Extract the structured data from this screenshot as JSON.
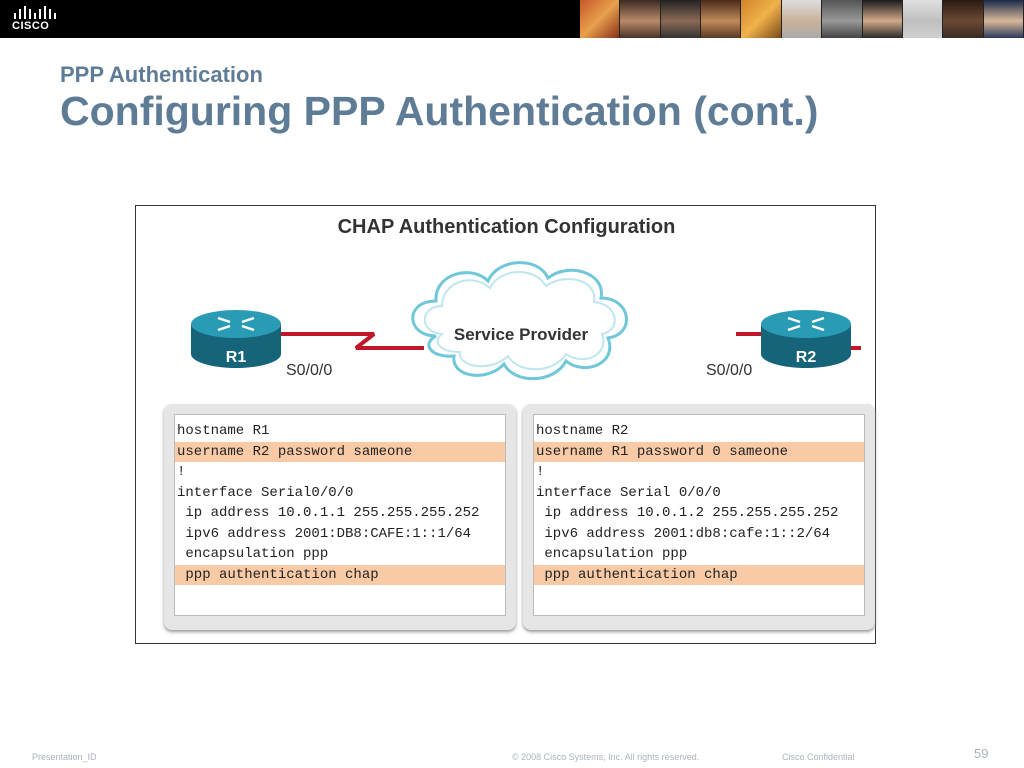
{
  "header": {
    "logo_text": "CISCO"
  },
  "slide": {
    "subtitle": "PPP Authentication",
    "title": "Configuring PPP Authentication (cont.)"
  },
  "figure": {
    "title": "CHAP Authentication Configuration",
    "cloud_label": "Service Provider",
    "r1": {
      "label": "R1",
      "interface": "S0/0/0"
    },
    "r2": {
      "label": "R2",
      "interface": "S0/0/0"
    }
  },
  "config_r1": [
    {
      "text": "hostname R1",
      "highlight": false
    },
    {
      "text": "username R2 password sameone",
      "highlight": true
    },
    {
      "text": "!",
      "highlight": false
    },
    {
      "text": "interface Serial0/0/0",
      "highlight": false
    },
    {
      "text": " ip address 10.0.1.1 255.255.255.252",
      "highlight": false
    },
    {
      "text": " ipv6 address 2001:DB8:CAFE:1::1/64",
      "highlight": false
    },
    {
      "text": " encapsulation ppp",
      "highlight": false
    },
    {
      "text": " ppp authentication chap",
      "highlight": true
    }
  ],
  "config_r2": [
    {
      "text": "hostname R2",
      "highlight": false
    },
    {
      "text": "username R1 password 0 sameone",
      "highlight": true
    },
    {
      "text": "!",
      "highlight": false
    },
    {
      "text": "interface Serial 0/0/0",
      "highlight": false
    },
    {
      "text": " ip address 10.0.1.2 255.255.255.252",
      "highlight": false
    },
    {
      "text": " ipv6 address 2001:db8:cafe:1::2/64",
      "highlight": false
    },
    {
      "text": " encapsulation ppp",
      "highlight": false
    },
    {
      "text": " ppp authentication chap",
      "highlight": true
    }
  ],
  "footer": {
    "presentation_id": "Presentation_ID",
    "copyright": "© 2008 Cisco Systems, Inc. All rights reserved.",
    "confidential": "Cisco Confidential",
    "page_number": "59"
  },
  "colors": {
    "title": "#5f7c96",
    "router": "#1f7a8c",
    "serial_link": "#c0182a",
    "highlight": "#f8cba6"
  }
}
